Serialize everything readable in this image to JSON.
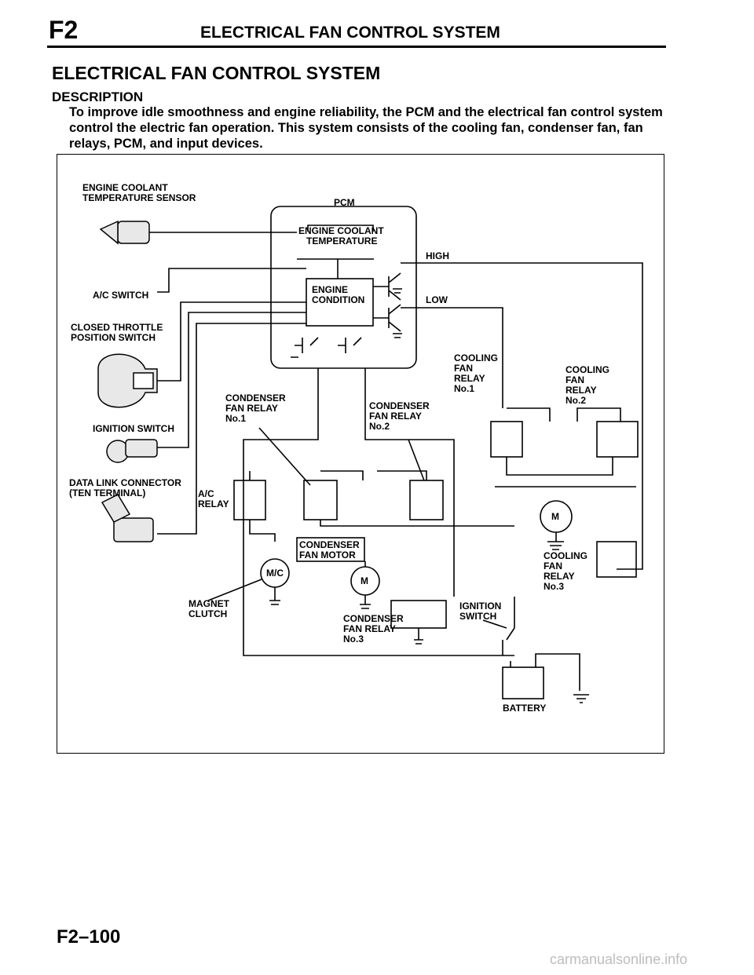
{
  "header": {
    "code": "F2",
    "title": "ELECTRICAL FAN CONTROL SYSTEM"
  },
  "section": {
    "title": "ELECTRICAL FAN CONTROL SYSTEM",
    "subhead": "DESCRIPTION",
    "body": "To improve idle smoothness and engine reliability, the PCM and the electrical fan control system control the electric fan operation. This system consists of the cooling fan, condenser fan, fan relays, PCM, and input devices."
  },
  "diagram": {
    "labels": {
      "ect_sensor_1": "ENGINE COOLANT",
      "ect_sensor_2": "TEMPERATURE SENSOR",
      "pcm": "PCM",
      "pcm_ect_1": "ENGINE COOLANT",
      "pcm_ect_2": "TEMPERATURE",
      "pcm_cond_1": "ENGINE",
      "pcm_cond_2": "CONDITION",
      "high": "HIGH",
      "low": "LOW",
      "ac_switch": "A/C SWITCH",
      "ctp_1": "CLOSED THROTTLE",
      "ctp_2": "POSITION SWITCH",
      "cfr1_1": "COOLING",
      "cfr1_2": "FAN",
      "cfr1_3": "RELAY",
      "cfr1_4": "No.1",
      "cfr2_1": "COOLING",
      "cfr2_2": "FAN",
      "cfr2_3": "RELAY",
      "cfr2_4": "No.2",
      "cdr1_1": "CONDENSER",
      "cdr1_2": "FAN RELAY",
      "cdr1_3": "No.1",
      "cdr2_1": "CONDENSER",
      "cdr2_2": "FAN RELAY",
      "cdr2_3": "No.2",
      "ign_switch": "IGNITION SWITCH",
      "dlc_1": "DATA LINK CONNECTOR",
      "dlc_2": "(TEN TERMINAL)",
      "ac_relay_1": "A/C",
      "ac_relay_2": "RELAY",
      "cfm_1": "CONDENSER",
      "cfm_2": "FAN MOTOR",
      "mc": "M/C",
      "motor_m": "M",
      "magnet_1": "MAGNET",
      "magnet_2": "CLUTCH",
      "cdr3_1": "CONDENSER",
      "cdr3_2": "FAN RELAY",
      "cdr3_3": "No.3",
      "ign2_1": "IGNITION",
      "ign2_2": "SWITCH",
      "cfr3_1": "COOLING",
      "cfr3_2": "FAN",
      "cfr3_3": "RELAY",
      "cfr3_4": "No.3",
      "battery": "BATTERY"
    }
  },
  "footer": {
    "page": "F2–100",
    "watermark": "carmanualsonline.info"
  }
}
